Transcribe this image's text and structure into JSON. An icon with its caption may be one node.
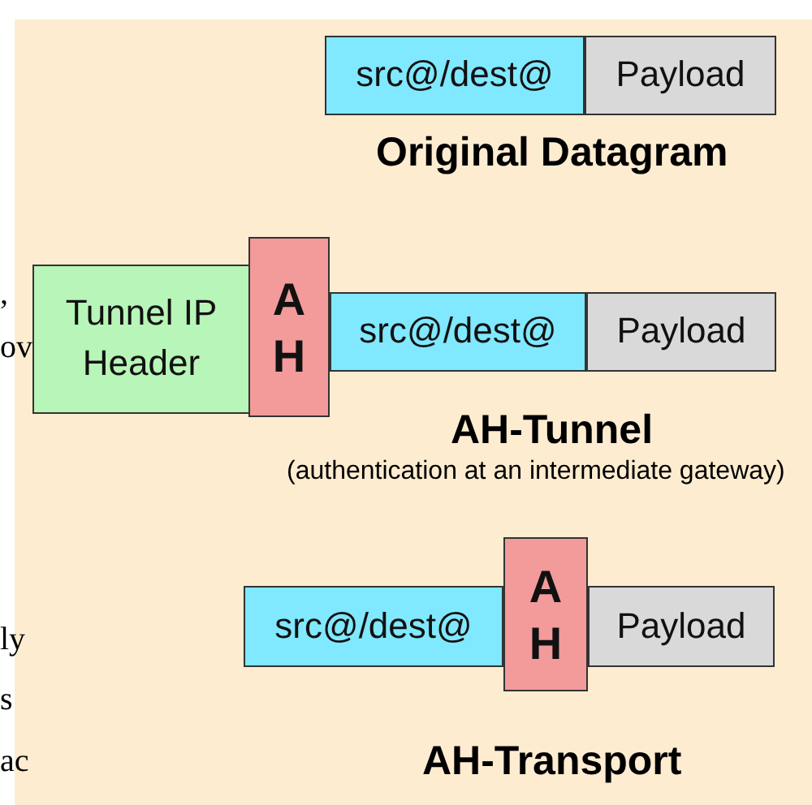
{
  "diagram": {
    "nodes": [
      {
        "text": [
          "src@/dest@"
        ]
      },
      {
        "text": [
          "Payload"
        ]
      },
      {
        "text": [
          "Tunnel IP Header"
        ]
      },
      {
        "text": [
          "A H"
        ]
      },
      {
        "text": [
          "src@/dest@"
        ]
      },
      {
        "text": [
          "Payload"
        ]
      },
      {
        "text": [
          "src@/dest@"
        ]
      },
      {
        "text": [
          "A H"
        ]
      },
      {
        "text": [
          "Payload"
        ]
      }
    ],
    "labels": [
      "Original Datagram",
      ",",
      "ov",
      "AH-Tunnel",
      "(authentication at an intermediate gateway)",
      "ly",
      "s",
      "ac",
      "AH-Transport"
    ]
  }
}
